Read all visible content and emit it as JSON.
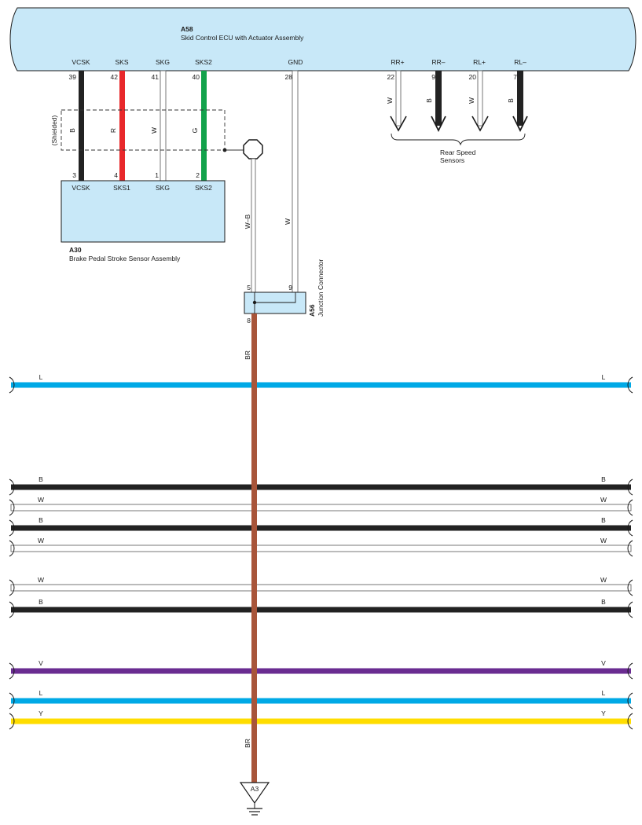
{
  "ecu": {
    "code": "A58",
    "name": "Skid Control ECU with Actuator Assembly",
    "pins": [
      {
        "label": "VCSK",
        "num": "39",
        "wire": "B",
        "color": "#222222"
      },
      {
        "label": "SKS",
        "num": "42",
        "wire": "R",
        "color": "#e8282b"
      },
      {
        "label": "SKG",
        "num": "41",
        "wire": "W",
        "color": "#ffffff"
      },
      {
        "label": "SKS2",
        "num": "40",
        "wire": "G",
        "color": "#12a24b"
      },
      {
        "label": "GND",
        "num": "28",
        "wire": "W",
        "color": "#ffffff"
      },
      {
        "label": "RR+",
        "num": "22",
        "wire": "W",
        "color": "#ffffff"
      },
      {
        "label": "RR–",
        "num": "9",
        "wire": "B",
        "color": "#222222"
      },
      {
        "label": "RL+",
        "num": "20",
        "wire": "W",
        "color": "#ffffff"
      },
      {
        "label": "RL–",
        "num": "7",
        "wire": "B",
        "color": "#222222"
      }
    ]
  },
  "sensor": {
    "code": "A30",
    "name": "Brake Pedal Stroke Sensor Assembly",
    "shield_label": "(Shielded)",
    "pins": [
      {
        "label": "VCSK",
        "num": "3"
      },
      {
        "label": "SKS1",
        "num": "4"
      },
      {
        "label": "SKG",
        "num": "1"
      },
      {
        "label": "SKS2",
        "num": "2"
      }
    ]
  },
  "rear_sensors": {
    "label_line1": "Rear Speed",
    "label_line2": "Sensors"
  },
  "junction": {
    "code": "A56",
    "name": "Junction Connector",
    "pin_in_a": "5",
    "pin_in_b": "9",
    "pin_out": "8",
    "wire_in_a": "W–B",
    "wire_in_b": "W",
    "wire_out": "BR"
  },
  "ground": {
    "label": "A3",
    "wire": "BR"
  },
  "bus_wires": [
    {
      "code": "L",
      "color": "#00a9e6"
    },
    {
      "code": "B",
      "color": "#222222"
    },
    {
      "code": "W",
      "color": "#ffffff"
    },
    {
      "code": "B",
      "color": "#222222"
    },
    {
      "code": "W",
      "color": "#ffffff"
    },
    {
      "code": "W",
      "color": "#ffffff"
    },
    {
      "code": "B",
      "color": "#222222"
    },
    {
      "code": "V",
      "color": "#6a2c91"
    },
    {
      "code": "L",
      "color": "#00a9e6"
    },
    {
      "code": "Y",
      "color": "#ffdd00"
    }
  ],
  "colors": {
    "component_fill": "#c8e8f8",
    "ground_wire": "#a8553a"
  }
}
